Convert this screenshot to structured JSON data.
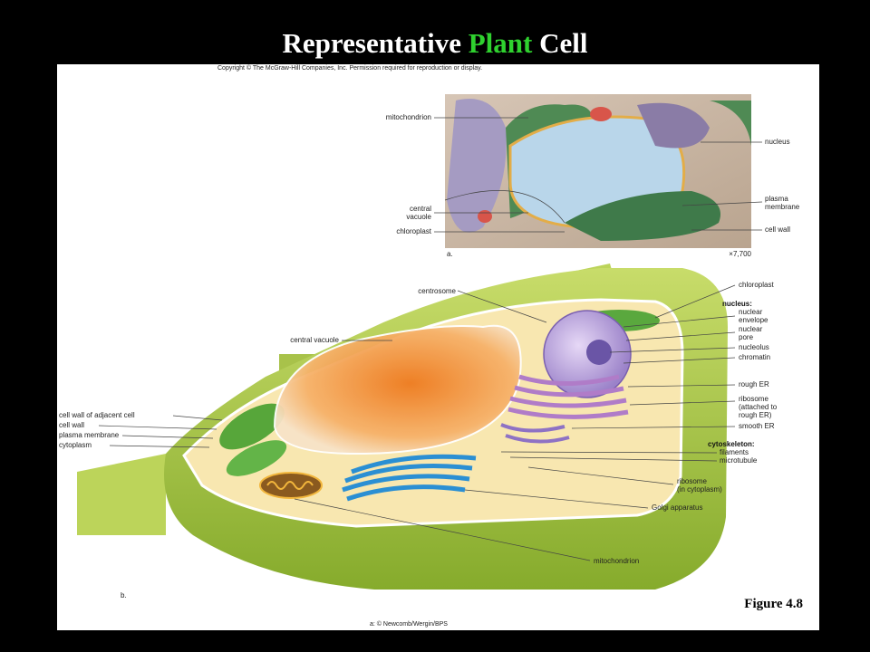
{
  "slide": {
    "title_part1": "Representative ",
    "title_accent": "Plant",
    "title_part2": " Cell",
    "accent_color": "#2fd12f",
    "figure_label": "Figure 4.8"
  },
  "figure": {
    "copyright": "Copyright © The McGraw-Hill Companies, Inc. Permission required for reproduction or display.",
    "credit": "a: © Newcomb/Wergin/BPS",
    "micrograph": {
      "panel_letter": "a.",
      "magnification": "×7,700",
      "labels": {
        "mitochondrion": "mitochondrion",
        "central_vacuole_1": "central",
        "central_vacuole_2": "vacuole",
        "chloroplast": "chloroplast",
        "nucleus": "nucleus",
        "plasma_membrane_1": "plasma",
        "plasma_membrane_2": "membrane",
        "cell_wall": "cell wall"
      }
    },
    "illustration": {
      "panel_letter": "b.",
      "labels": {
        "centrosome": "centrosome",
        "central_vacuole": "central vacuole",
        "cell_wall_adjacent": "cell wall of adjacent cell",
        "cell_wall": "cell wall",
        "plasma_membrane": "plasma membrane",
        "cytoplasm": "cytoplasm",
        "chloroplast": "chloroplast",
        "nucleus_heading": "nucleus:",
        "nuclear_envelope_1": "nuclear",
        "nuclear_envelope_2": "envelope",
        "nuclear_pore_1": "nuclear",
        "nuclear_pore_2": "pore",
        "nucleolus": "nucleolus",
        "chromatin": "chromatin",
        "rough_er": "rough ER",
        "ribosome_attached_1": "ribosome",
        "ribosome_attached_2": "(attached to",
        "ribosome_attached_3": "rough ER)",
        "smooth_er": "smooth ER",
        "cytoskeleton_heading": "cytoskeleton:",
        "filaments": "filaments",
        "microtubule": "microtubule",
        "ribosome_cyto_1": "ribosome",
        "ribosome_cyto_2": "(in cytoplasm)",
        "golgi": "Golgi apparatus",
        "mitochondrion": "mitochondrion"
      }
    }
  }
}
